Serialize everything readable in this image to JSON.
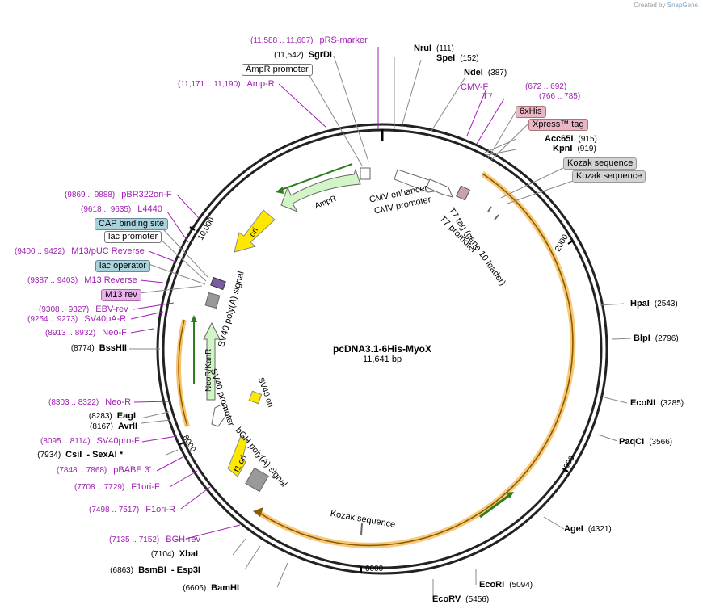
{
  "credit": {
    "prefix": "Created by",
    "brand": "SnapGene"
  },
  "plasmid": {
    "name": "pcDNA3.1-6His-MyoX",
    "length": "11,641 bp",
    "total_bp": 11641
  },
  "colors": {
    "enzyme": "#000000",
    "primer": "#a01eb4",
    "feature_fill_green": "#d2f5c8",
    "orf_orange": "#f6c36a",
    "ori_yellow": "#ffe800",
    "tag_pink": "#e8b6c4",
    "kozak_grey": "#d3d3d3",
    "cap_blue": "#a9d2dc",
    "m13rev_purple": "#e9b2ee"
  },
  "ticks": [
    "2000",
    "4000",
    "6000",
    "8000",
    "10,000"
  ],
  "enzymes": [
    {
      "name": "NruI",
      "pos": "(111)"
    },
    {
      "name": "SpeI",
      "pos": "(152)"
    },
    {
      "name": "NdeI",
      "pos": "(387)"
    },
    {
      "name": "Acc65I",
      "pos": "(915)"
    },
    {
      "name": "KpnI",
      "pos": "(919)"
    },
    {
      "name": "HpaI",
      "pos": "(2543)"
    },
    {
      "name": "BlpI",
      "pos": "(2796)"
    },
    {
      "name": "EcoNI",
      "pos": "(3285)"
    },
    {
      "name": "PaqCI",
      "pos": "(3566)"
    },
    {
      "name": "AgeI",
      "pos": "(4321)"
    },
    {
      "name": "EcoRI",
      "pos": "(5094)"
    },
    {
      "name": "EcoRV",
      "pos": "(5456)"
    },
    {
      "name": "BamHI",
      "pos": "(6606)"
    },
    {
      "name": "BsmBI",
      "pos": "(6863)",
      "extra": "- Esp3I"
    },
    {
      "name": "XbaI",
      "pos": "(7104)"
    },
    {
      "name": "CsiI",
      "pos": "(7934)",
      "extra": "- SexAI *"
    },
    {
      "name": "AvrII",
      "pos": "(8167)"
    },
    {
      "name": "EagI",
      "pos": "(8283)"
    },
    {
      "name": "BssHII",
      "pos": "(8774)"
    },
    {
      "name": "SgrDI",
      "pos": "(11,542)"
    }
  ],
  "primers": [
    {
      "name": "pRS-marker",
      "range": "(11,588 .. 11,607)"
    },
    {
      "name": "Amp-R",
      "range": "(11,171 .. 11,190)"
    },
    {
      "name": "CMV-F",
      "range": "(672 .. 692)"
    },
    {
      "name": "T7",
      "range": "(766 .. 785)"
    },
    {
      "name": "pBR322ori-F",
      "range": "(9869 .. 9888)"
    },
    {
      "name": "L4440",
      "range": "(9618 .. 9635)"
    },
    {
      "name": "M13/pUC Reverse",
      "range": "(9400 .. 9422)"
    },
    {
      "name": "M13 Reverse",
      "range": "(9387 .. 9403)"
    },
    {
      "name": "EBV-rev",
      "range": "(9308 .. 9327)"
    },
    {
      "name": "SV40pA-R",
      "range": "(9254 .. 9273)"
    },
    {
      "name": "Neo-F",
      "range": "(8913 .. 8932)"
    },
    {
      "name": "Neo-R",
      "range": "(8303 .. 8322)"
    },
    {
      "name": "SV40pro-F",
      "range": "(8095 .. 8114)"
    },
    {
      "name": "pBABE 3'",
      "range": "(7848 .. 7868)"
    },
    {
      "name": "F1ori-F",
      "range": "(7708 .. 7729)"
    },
    {
      "name": "F1ori-R",
      "range": "(7498 .. 7517)"
    },
    {
      "name": "BGH-rev",
      "range": "(7135 .. 7152)"
    }
  ],
  "boxed_labels": [
    {
      "text": "AmpR promoter",
      "style": "white"
    },
    {
      "text": "6xHis",
      "style": "pink"
    },
    {
      "text": "Xpress™ tag",
      "style": "pink"
    },
    {
      "text": "Kozak sequence",
      "style": "grey"
    },
    {
      "text": "Kozak sequence",
      "style": "grey"
    },
    {
      "text": "CAP binding site",
      "style": "blue"
    },
    {
      "text": "lac promoter",
      "style": "white"
    },
    {
      "text": "lac operator",
      "style": "blue"
    },
    {
      "text": "M13 rev",
      "style": "purple"
    }
  ],
  "features": {
    "ampr": "AmpR",
    "ori": "ori",
    "neo": "NeoR/KanR",
    "f1ori": "f1 ori",
    "sv40_ori": "SV40 ori",
    "sv40_polya": "SV40 poly(A) signal",
    "sv40_promoter": "SV40 promoter",
    "bgh_polya": "bGH poly(A) signal",
    "cmv_enhancer": "CMV enhancer",
    "cmv_promoter": "CMV promoter",
    "t7_tag": "T7 tag (gene 10 leader)",
    "t7_promoter": "T7 promoter",
    "kozak_inner": "Kozak sequence"
  }
}
